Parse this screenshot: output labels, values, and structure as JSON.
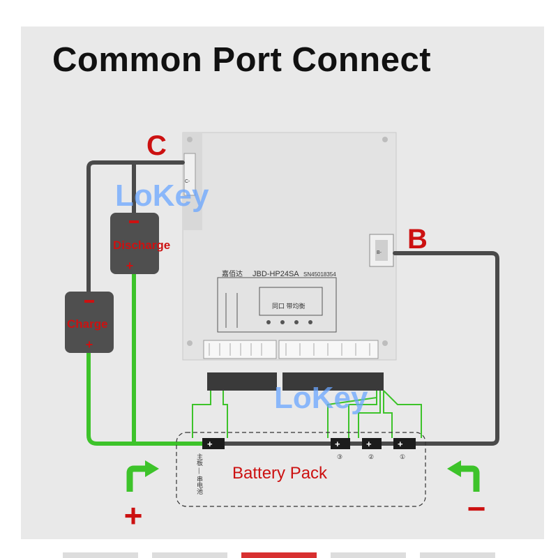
{
  "title": "Common Port Connect",
  "labels": {
    "c": "C",
    "b": "B",
    "charge": "Charge",
    "discharge": "Discharge",
    "battery_pack": "Battery Pack",
    "plus": "+",
    "minus": "−",
    "plus_sign": "+",
    "minus_sign": "−"
  },
  "board": {
    "brand": "嘉佰达",
    "model": "JBD-HP24SA",
    "serial": "SN45018354",
    "silk": "同口 带均衡",
    "cminus": "C-",
    "bminus": "B-"
  },
  "cells": {
    "c1": "①",
    "c2": "②",
    "c3": "③",
    "side_note": "主板 — 串电池"
  },
  "watermark": "LoKey",
  "colors": {
    "positive_wire": "#3dc32a",
    "negative_wire": "#4a4a4a",
    "label_red": "#cc1111",
    "board": "#e2e2e2",
    "panel": "#e9e9e9"
  }
}
